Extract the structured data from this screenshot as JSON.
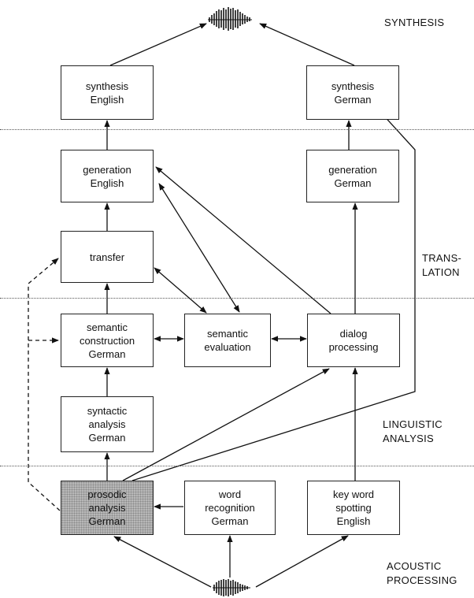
{
  "stages": {
    "synthesis": "SYNTHESIS",
    "translation": "TRANS-\nLATION",
    "linguistic": "LINGUISTIC\nANALYSIS",
    "acoustic": "ACOUSTIC\nPROCESSING"
  },
  "boxes": {
    "synthesis_english": "synthesis\nEnglish",
    "synthesis_german": "synthesis\nGerman",
    "generation_english": "generation\nEnglish",
    "generation_german": "generation\nGerman",
    "transfer": "transfer",
    "semantic_construction": "semantic\nconstruction\nGerman",
    "semantic_evaluation": "semantic\nevaluation",
    "dialog_processing": "dialog\nprocessing",
    "syntactic_analysis": "syntactic\nanalysis\nGerman",
    "prosodic_analysis": "prosodic\nanalysis\nGerman",
    "word_recognition": "word\nrecognition\nGerman",
    "key_word_spotting": "key word\nspotting\nEnglish"
  },
  "icons": {
    "output_signal": "speech-waveform-icon",
    "input_signal": "speech-waveform-icon"
  }
}
